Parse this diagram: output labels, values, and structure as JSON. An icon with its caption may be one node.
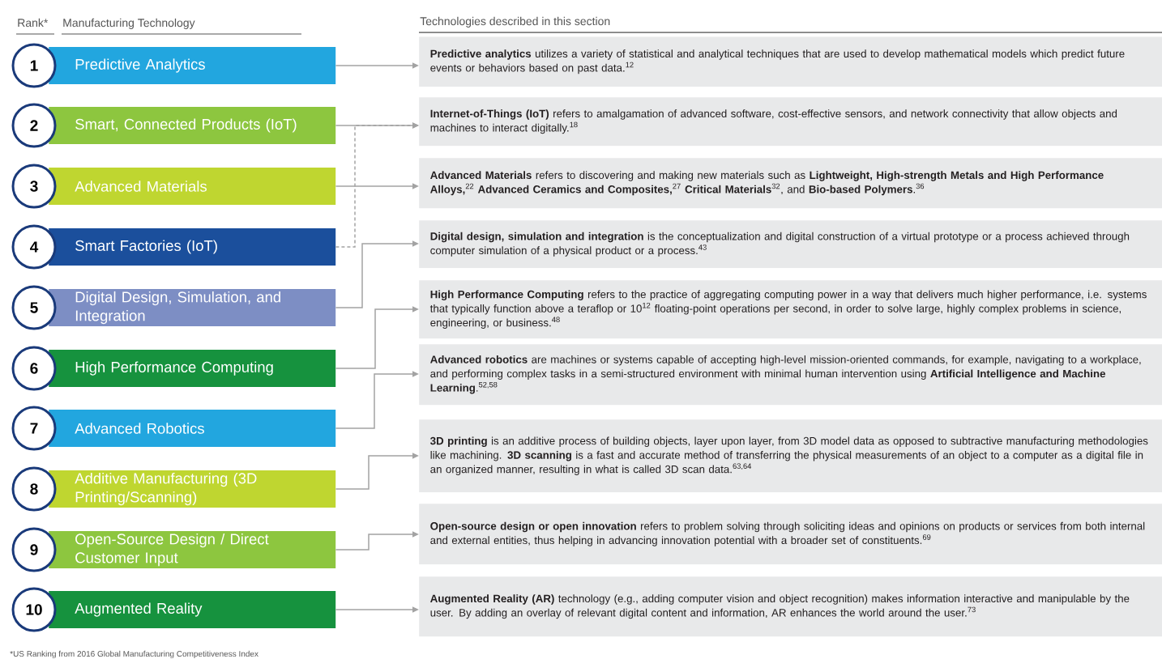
{
  "diagram": {
    "nodes": [
      {
        "text": [
          "1"
        ]
      },
      {
        "text": [
          "2"
        ]
      },
      {
        "text": [
          "3"
        ]
      },
      {
        "text": [
          "4"
        ]
      },
      {
        "text": [
          "5"
        ]
      },
      {
        "text": [
          "6"
        ]
      },
      {
        "text": [
          "7"
        ]
      },
      {
        "text": [
          "8"
        ]
      },
      {
        "text": [
          "9"
        ]
      },
      {
        "text": [
          "10"
        ]
      },
      {
        "text": [
          "Predictive Analytics"
        ]
      },
      {
        "text": [
          "Smart, Connected Products (IoT)"
        ]
      },
      {
        "text": [
          "Advanced Materials"
        ]
      },
      {
        "text": [
          "Smart Factories (IoT)"
        ]
      },
      {
        "text": [
          "Digital Design, Simulation, and Integration"
        ]
      },
      {
        "text": [
          "High Performance Computing"
        ]
      },
      {
        "text": [
          "Advanced Robotics"
        ]
      },
      {
        "text": [
          "Additive Manufacturing (3D Printing/Scanning)"
        ]
      },
      {
        "text": [
          "Open-Source Design / Direct Customer Input"
        ]
      },
      {
        "text": [
          "Augmented Reality"
        ]
      },
      {
        "text": [
          "**Predictive analytics** utilizes a variety of statistical and analytical techniques that are used to develop mathematical models which predict future events or behaviors based on past data.$^{12}$"
        ]
      },
      {
        "text": [
          "**Internet-of-Things (IoT)** refers to amalgamation of advanced software, cost-effective sensors, and network connectivity that allow objects and machines to interact digitally.$^{18}$"
        ]
      },
      {
        "text": [
          "**Advanced Materials** refers to discovering and making new materials such as **Lightweight, High-strength Metals and High Performance Alloys,**$^{22}$ **Advanced Ceramics and Composites,**$^{27}$ **Critical Materials**$^{32}$, and **Bio-based Polymers**.$^{36}$"
        ]
      },
      {
        "text": [
          "**Digital design, simulation and integration** is the conceptualization and digital construction of a virtual prototype or a process achieved through computer simulation of a physical product or a process.$^{43}$"
        ]
      },
      {
        "text": [
          "**High Performance Computing** refers to the practice of aggregating computing power in a way that delivers much higher performance, i.e. systems that typically function above a teraflop or 10$^{12}$ floating-point operations per second, in order to solve large, highly complex problems in science, engineering, or business.$^{48}$"
        ]
      },
      {
        "text": [
          "**Advanced robotics** are machines or systems capable of accepting high-level mission-oriented commands, for example, navigating to a workplace, and performing complex tasks in a semi-structured environment with minimal human intervention using **Artificial Intelligence and Machine Learning**.$^{52,58}$"
        ]
      },
      {
        "text": [
          "**3D printing** is an additive process of building objects, layer upon layer, from 3D model data as opposed to subtractive manufacturing methodologies like machining. **3D scanning** is a fast and accurate method of transferring the physical measurements of an object to a computer as a digital file in an organized manner, resulting in what is called 3D scan data.$^{63,64}$"
        ]
      },
      {
        "text": [
          "**Open-source design or open innovation** refers to problem solving through soliciting ideas and opinions on products or services from both internal and external entities, thus helping in advancing innovation potential with a broader set of constituents.$^{69}$"
        ]
      },
      {
        "text": [
          "**Augmented Reality (AR)** technology (e.g., adding computer vision and object recognition) makes information interactive and manipulable by the user. By adding an overlay of relevant digital content and information, AR enhances the world around the user.$^{73}$"
        ]
      }
    ],
    "edges": [
      {
        "from": 10,
        "to": 20,
        "arrow": "to"
      },
      {
        "from": 11,
        "to": 21,
        "arrow": "to"
      },
      {
        "from": 12,
        "to": 22,
        "arrow": "to"
      },
      {
        "from": 13,
        "to": 21,
        "arrow": "to",
        "style": "dashed"
      },
      {
        "from": 14,
        "to": 23,
        "arrow": "to"
      },
      {
        "from": 15,
        "to": 24,
        "arrow": "to"
      },
      {
        "from": 16,
        "to": 25,
        "arrow": "to"
      },
      {
        "from": 17,
        "to": 26,
        "arrow": "to"
      },
      {
        "from": 18,
        "to": 27,
        "arrow": "to"
      },
      {
        "from": 19,
        "to": 28,
        "arrow": "to"
      }
    ],
    "labels": [
      "Rank*",
      "Manufacturing Technology",
      "Technologies described in this section",
      "*US Ranking from 2016 Global Manufacturing Competitiveness Index"
    ]
  }
}
